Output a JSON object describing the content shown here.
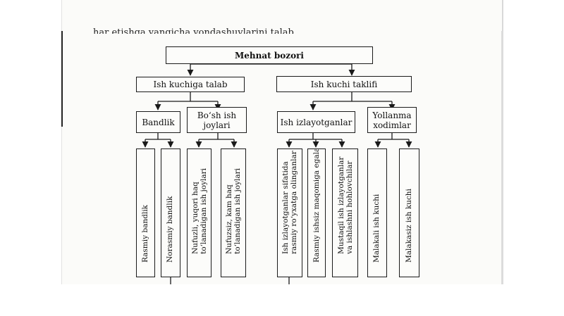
{
  "caption": "har etishga yangicha yondashuvlarini talab etmoqda.",
  "root": "Mehnat bozori",
  "level1": {
    "demand": "Ish kuchiga talab",
    "supply": "Ish kuchi taklifi"
  },
  "level2": {
    "employment": "Bandlik",
    "vacancies": "Bo‘sh ish joylari",
    "job_seekers": "Ish izlayotganlar",
    "directed": "Yollanma xodimlar"
  },
  "level3": {
    "formal_employment": "Rasmiy bandlik",
    "informal_employment": "Norasmiy bandlik",
    "prestigious_jobs": "Nufuzli, yuqori haq to‘lanadigan ish joylari",
    "non_prestigious_jobs": "Nufuzsiz, kam haq to‘lanadigan ish joylari",
    "registered_seekers": "Ish izlayotganlar sifatida rasmiy ro‘yxatga olinganlar",
    "officially_unemployed": "Rasmiy ishsiz maqomiga egalar",
    "independent_seekers": "Mustaqil ish izlayotganlar va ishlashni hohlovchilar",
    "skilled_labor": "Malakali ish kuchi",
    "unskilled_labor": "Malakasiz ish kuchi"
  }
}
